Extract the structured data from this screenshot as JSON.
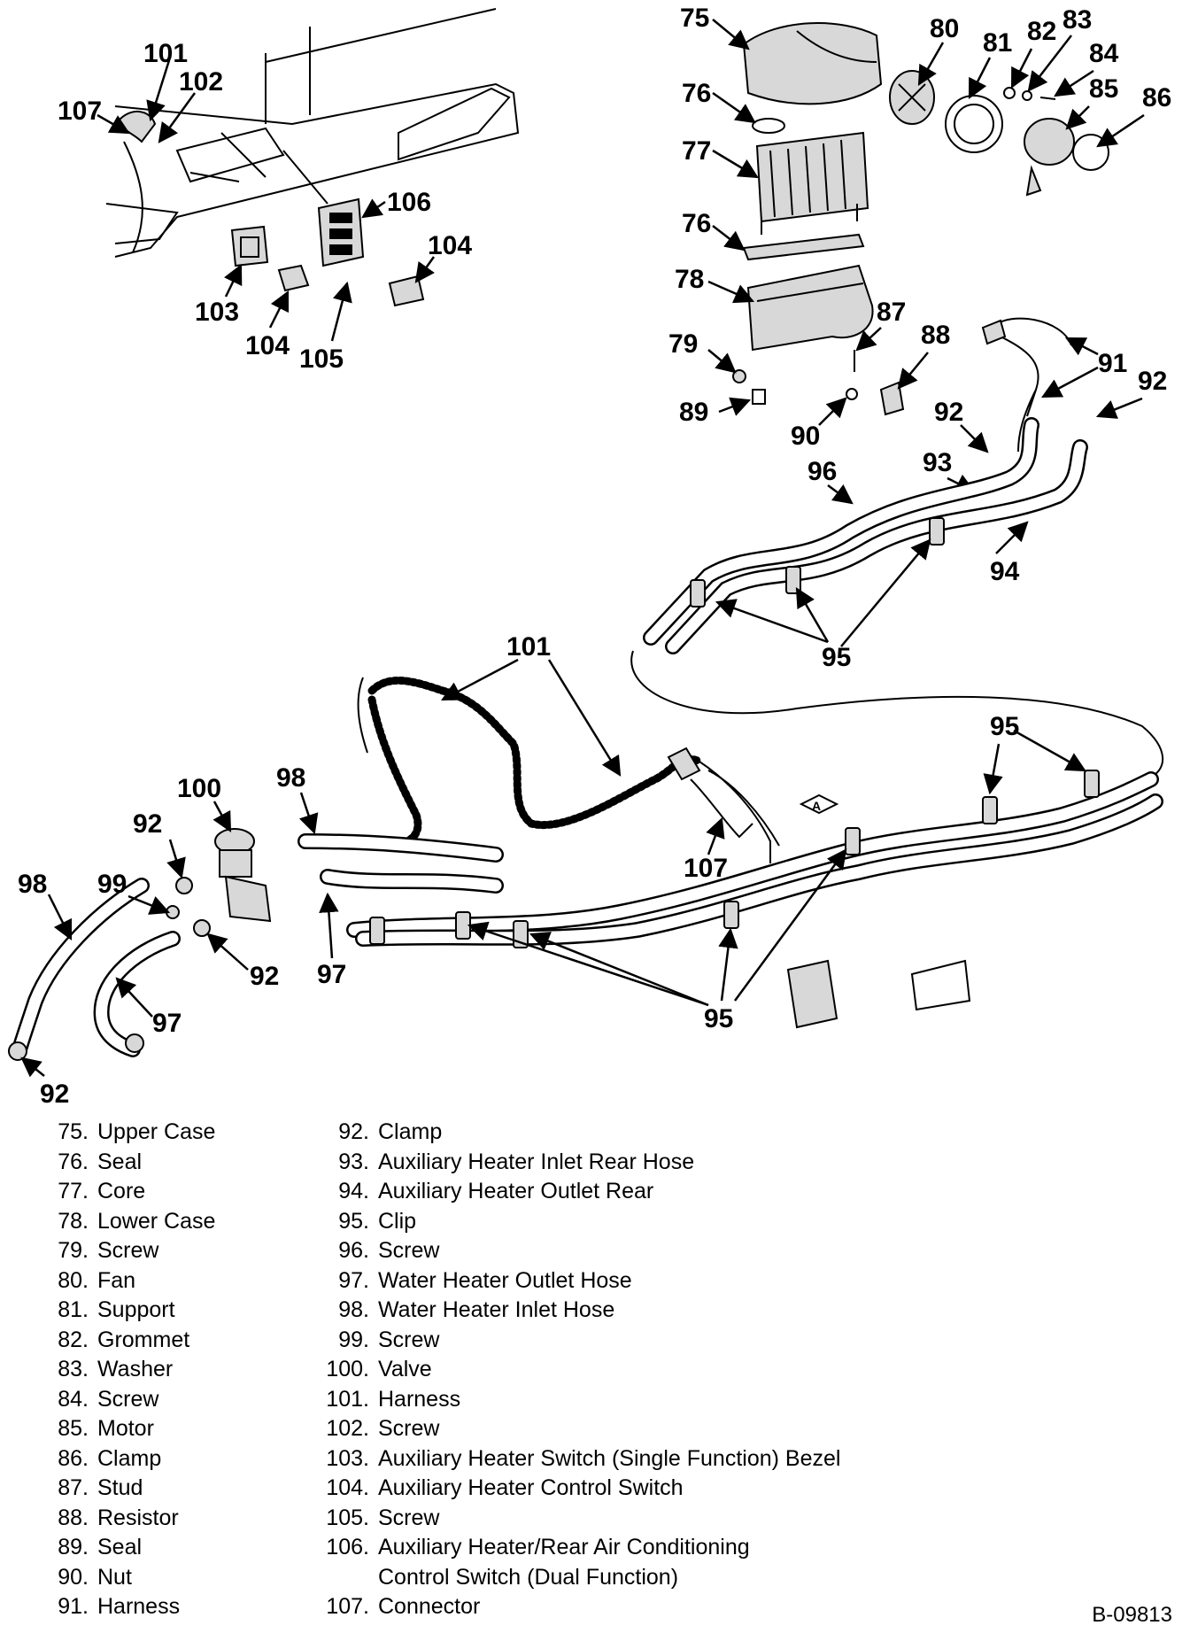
{
  "figure_id": "B-09813",
  "callouts": {
    "c75": "75",
    "c76a": "76",
    "c77": "77",
    "c76b": "76",
    "c78": "78",
    "c79": "79",
    "c80": "80",
    "c81": "81",
    "c82": "82",
    "c83": "83",
    "c84": "84",
    "c85": "85",
    "c86": "86",
    "c87": "87",
    "c88": "88",
    "c89": "89",
    "c90": "90",
    "c91": "91",
    "c92a": "92",
    "c92b": "92",
    "c92c": "92",
    "c92d": "92",
    "c92e": "92",
    "c93": "93",
    "c94": "94",
    "c95a": "95",
    "c95b": "95",
    "c95c": "95",
    "c96": "96",
    "c97a": "97",
    "c97b": "97",
    "c98a": "98",
    "c98b": "98",
    "c99": "99",
    "c100": "100",
    "c101a": "101",
    "c101b": "101",
    "c102": "102",
    "c103": "103",
    "c104a": "104",
    "c104b": "104",
    "c105": "105",
    "c106": "106",
    "c107a": "107",
    "c107b": "107",
    "view_a": "A"
  },
  "legend_left": [
    {
      "num": "75.",
      "name": "Upper Case"
    },
    {
      "num": "76.",
      "name": "Seal"
    },
    {
      "num": "77.",
      "name": "Core"
    },
    {
      "num": "78.",
      "name": "Lower Case"
    },
    {
      "num": "79.",
      "name": "Screw"
    },
    {
      "num": "80.",
      "name": "Fan"
    },
    {
      "num": "81.",
      "name": "Support"
    },
    {
      "num": "82.",
      "name": "Grommet"
    },
    {
      "num": "83.",
      "name": "Washer"
    },
    {
      "num": "84.",
      "name": "Screw"
    },
    {
      "num": "85.",
      "name": "Motor"
    },
    {
      "num": "86.",
      "name": "Clamp"
    },
    {
      "num": "87.",
      "name": "Stud"
    },
    {
      "num": "88.",
      "name": "Resistor"
    },
    {
      "num": "89.",
      "name": "Seal"
    },
    {
      "num": "90.",
      "name": "Nut"
    },
    {
      "num": "91.",
      "name": "Harness"
    }
  ],
  "legend_right": [
    {
      "num": "92.",
      "name": "Clamp"
    },
    {
      "num": "93.",
      "name": "Auxiliary Heater Inlet Rear Hose"
    },
    {
      "num": "94.",
      "name": "Auxiliary Heater Outlet Rear"
    },
    {
      "num": "95.",
      "name": "Clip"
    },
    {
      "num": "96.",
      "name": "Screw"
    },
    {
      "num": "97.",
      "name": "Water Heater Outlet Hose"
    },
    {
      "num": "98.",
      "name": "Water Heater Inlet Hose"
    },
    {
      "num": "99.",
      "name": "Screw"
    },
    {
      "num": "100.",
      "name": "Valve"
    },
    {
      "num": "101.",
      "name": "Harness"
    },
    {
      "num": "102.",
      "name": "Screw"
    },
    {
      "num": "103.",
      "name": "Auxiliary Heater Switch (Single Function) Bezel"
    },
    {
      "num": "104.",
      "name": "Auxiliary Heater Control Switch"
    },
    {
      "num": "105.",
      "name": "Screw"
    },
    {
      "num": "106.",
      "name": "Auxiliary Heater/Rear Air Conditioning"
    }
  ],
  "legend_right_cont": "Control Switch (Dual Function)",
  "legend_right_last": {
    "num": "107.",
    "name": "Connector"
  }
}
